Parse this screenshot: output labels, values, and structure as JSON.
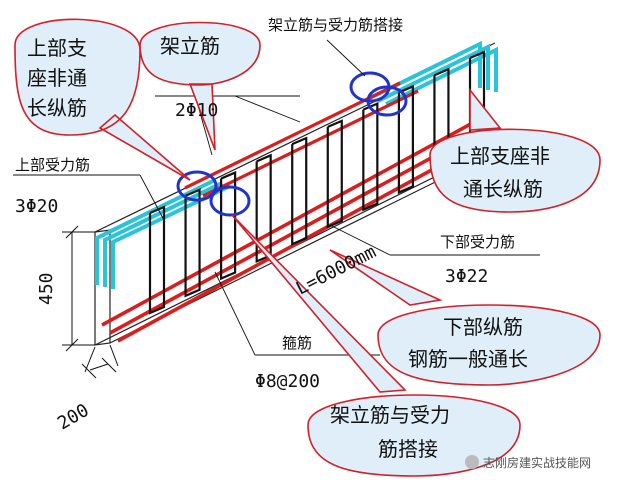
{
  "labels": {
    "top_left_callout": [
      "上部支",
      "座非通",
      "长纵筋"
    ],
    "erection_bar_callout": "架立筋",
    "lap_top_label": "架立筋与受力筋搭接",
    "erection_spec": "2Φ10",
    "top_bar_label": "上部受力筋",
    "top_bar_spec": "3Φ20",
    "right_callout": [
      "上部支座非",
      "通长纵筋"
    ],
    "bottom_bar_label": "下部受力筋",
    "bottom_bar_spec": "3Φ22",
    "length_label": "L=6000mm",
    "height_dim": "450",
    "width_dim": "200",
    "stirrup_label": "箍筋",
    "stirrup_spec": "Φ8@200",
    "bottom_long_callout": [
      "下部纵筋",
      "钢筋一般通长"
    ],
    "bottom_lap_callout": [
      "架立筋与受力",
      "筋搭接"
    ],
    "watermark": "志刚房建实战技能网"
  },
  "colors": {
    "callout_fill": "#dfeef8",
    "callout_stroke": "#d0202a",
    "rebar_red": "#d81e1e",
    "rebar_cyan": "#29c4d8",
    "stirrup_black": "#111111",
    "lap_circle": "#2233cc"
  }
}
